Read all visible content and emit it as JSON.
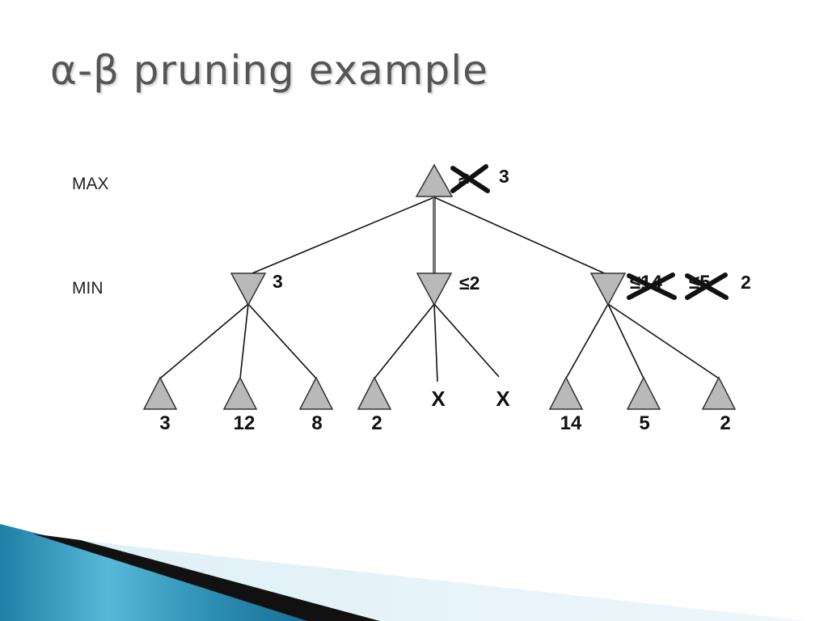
{
  "slide": {
    "title": "α-β pruning example"
  },
  "levels": {
    "max": "MAX",
    "min": "MIN"
  },
  "root": {
    "struck_label": "≥",
    "value": "3"
  },
  "min_nodes": [
    {
      "struck_labels": [],
      "value": "3"
    },
    {
      "struck_labels": [],
      "value": "≤2"
    },
    {
      "struck_labels": [
        "≤14",
        "≤5"
      ],
      "value": "2"
    }
  ],
  "leaves": [
    {
      "label": "3",
      "pruned": false
    },
    {
      "label": "12",
      "pruned": false
    },
    {
      "label": "8",
      "pruned": false
    },
    {
      "label": "2",
      "pruned": false
    },
    {
      "label": "X",
      "pruned": true
    },
    {
      "label": "X",
      "pruned": true
    },
    {
      "label": "14",
      "pruned": false
    },
    {
      "label": "5",
      "pruned": false
    },
    {
      "label": "2",
      "pruned": false
    }
  ],
  "colors": {
    "node_fill": "#b9b9b9",
    "title": "#555555",
    "accent_blue": "#2f8fb0"
  }
}
